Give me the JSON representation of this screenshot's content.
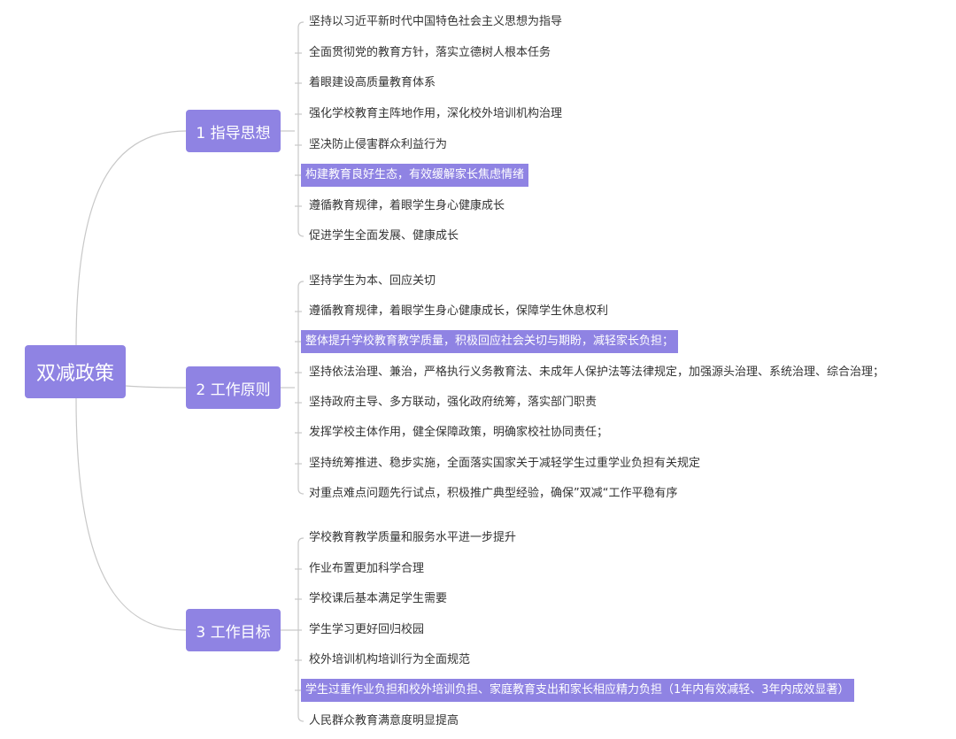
{
  "root": {
    "label": "双减政策"
  },
  "colors": {
    "accent": "#8f83e3",
    "line": "#c8c8c8",
    "text": "#333333"
  },
  "branches": [
    {
      "label": "1 指导思想",
      "items": [
        {
          "text": "坚持以习近平新时代中国特色社会主义思想为指导",
          "highlight": false
        },
        {
          "text": "全面贯彻党的教育方针，落实立德树人根本任务",
          "highlight": false
        },
        {
          "text": "着眼建设高质量教育体系",
          "highlight": false
        },
        {
          "text": "强化学校教育主阵地作用，深化校外培训机构治理",
          "highlight": false
        },
        {
          "text": "坚决防止侵害群众利益行为",
          "highlight": false
        },
        {
          "text": "构建教育良好生态，有效缓解家长焦虑情绪",
          "highlight": true
        },
        {
          "text": "遵循教育规律，着眼学生身心健康成长",
          "highlight": false
        },
        {
          "text": "促进学生全面发展、健康成长",
          "highlight": false
        }
      ]
    },
    {
      "label": "2 工作原则",
      "items": [
        {
          "text": "坚持学生为本、回应关切",
          "highlight": false
        },
        {
          "text": "遵循教育规律，着眼学生身心健康成长，保障学生休息权利",
          "highlight": false
        },
        {
          "text": "整体提升学校教育教学质量，积极回应社会关切与期盼，减轻家长负担；",
          "highlight": true
        },
        {
          "text": "坚持依法治理、兼治，严格执行义务教育法、未成年人保护法等法律规定，加强源头治理、系统治理、综合治理；",
          "highlight": false
        },
        {
          "text": "坚持政府主导、多方联动，强化政府统筹，落实部门职责",
          "highlight": false
        },
        {
          "text": "发挥学校主体作用，健全保障政策，明确家校社协同责任；",
          "highlight": false
        },
        {
          "text": "坚持统筹推进、稳步实施，全面落实国家关于减轻学生过重学业负担有关规定",
          "highlight": false
        },
        {
          "text": "对重点难点问题先行试点，积极推广典型经验，确保”双减“工作平稳有序",
          "highlight": false
        }
      ]
    },
    {
      "label": "3 工作目标",
      "items": [
        {
          "text": "学校教育教学质量和服务水平进一步提升",
          "highlight": false
        },
        {
          "text": "作业布置更加科学合理",
          "highlight": false
        },
        {
          "text": "学校课后基本满足学生需要",
          "highlight": false
        },
        {
          "text": "学生学习更好回归校园",
          "highlight": false
        },
        {
          "text": "校外培训机构培训行为全面规范",
          "highlight": false
        },
        {
          "text": "学生过重作业负担和校外培训负担、家庭教育支出和家长相应精力负担（1年内有效减轻、3年内成效显著）",
          "highlight": true
        },
        {
          "text": "人民群众教育满意度明显提高",
          "highlight": false
        }
      ]
    }
  ]
}
